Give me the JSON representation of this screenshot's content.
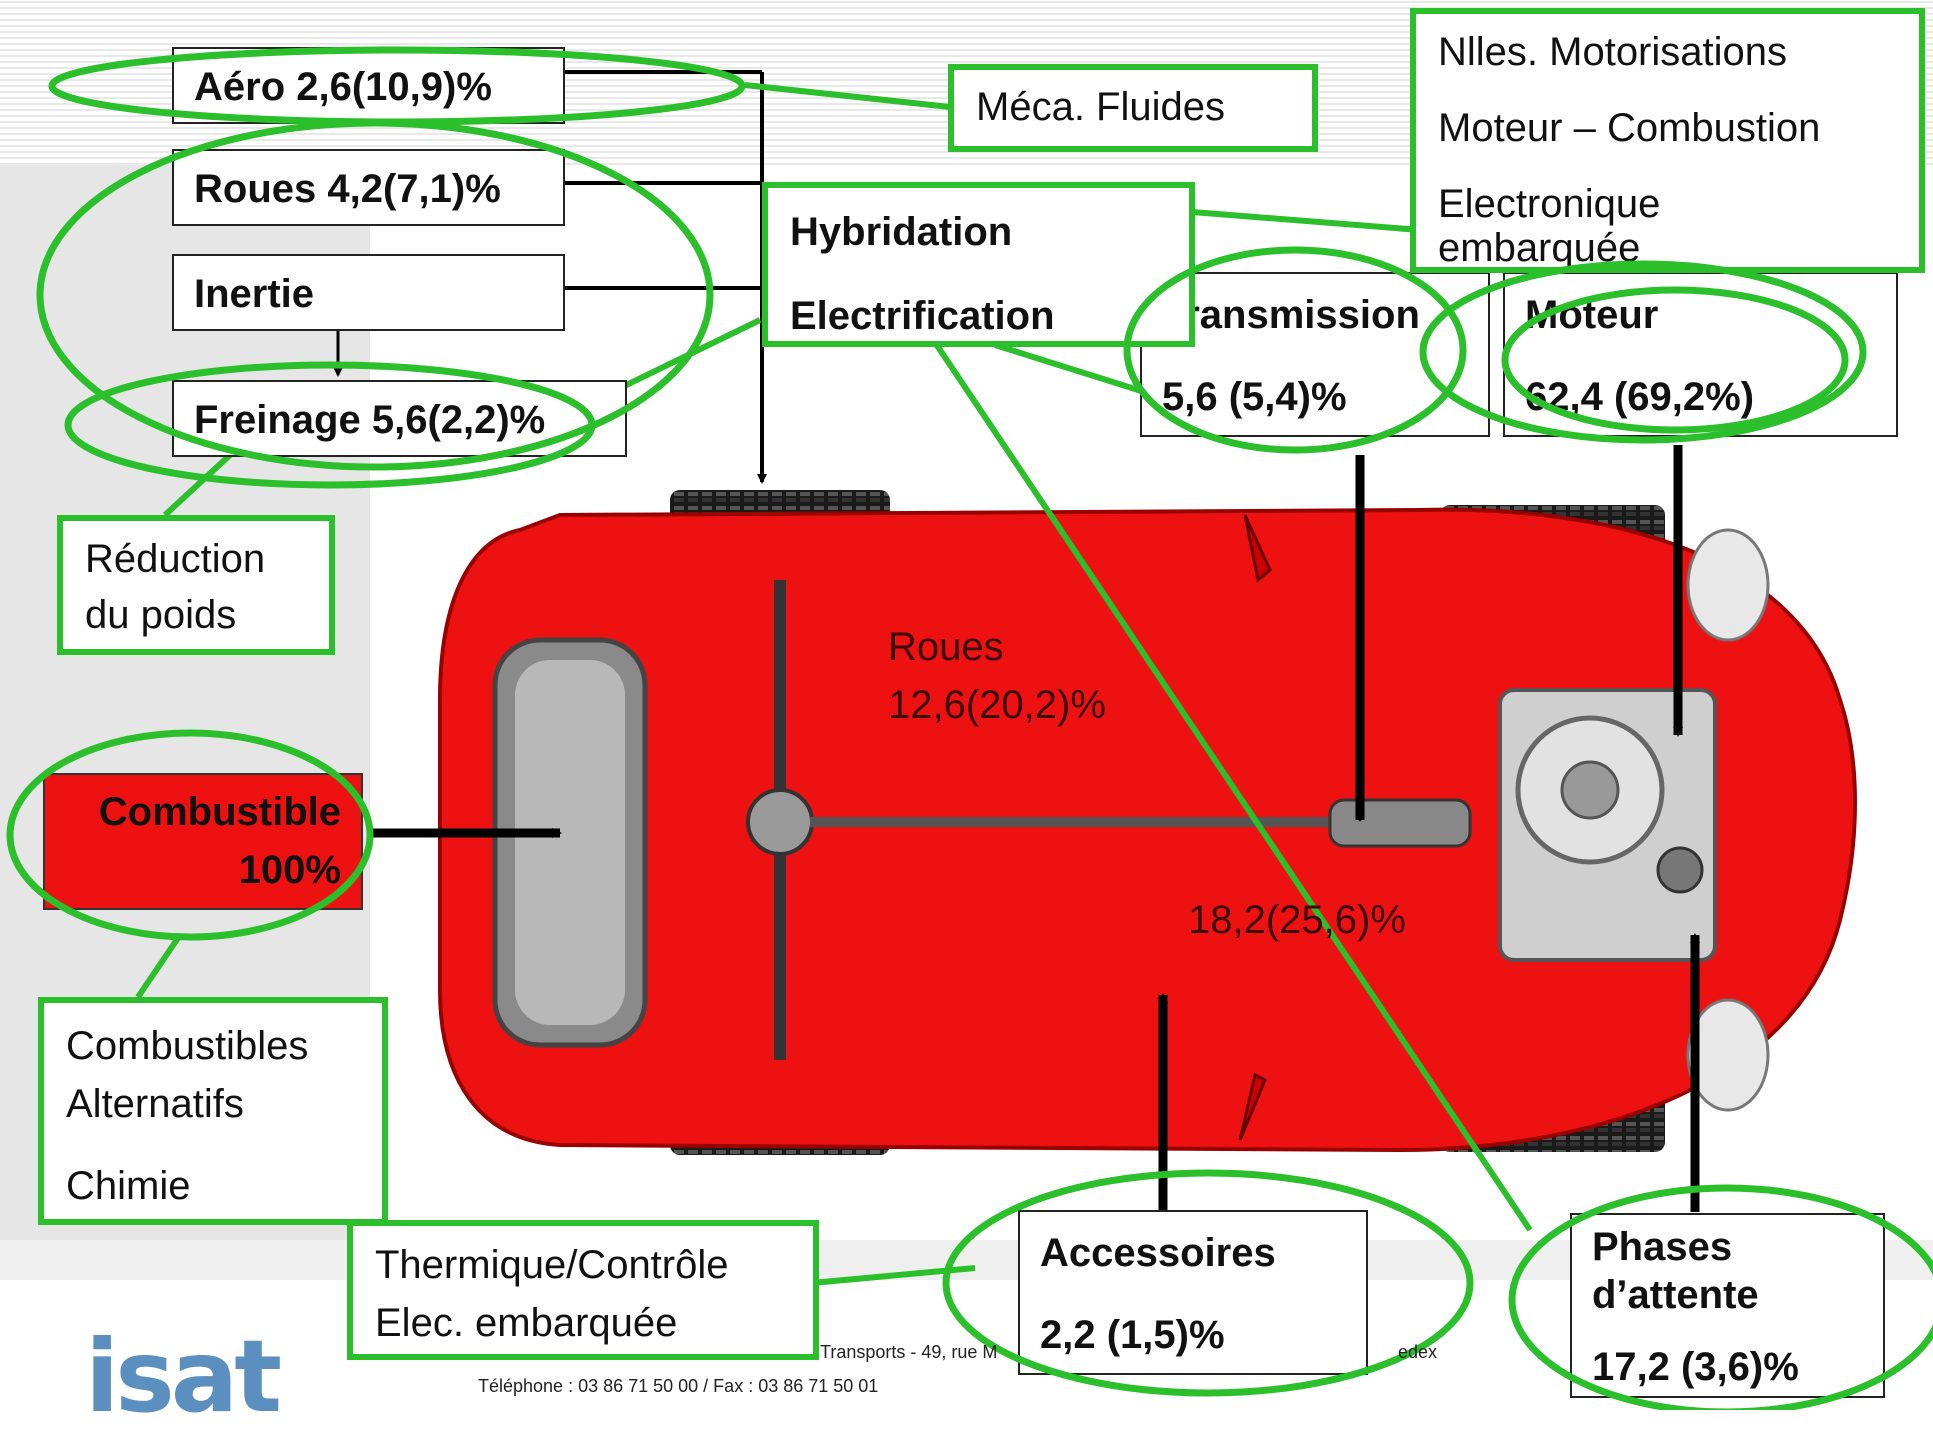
{
  "losses": {
    "aero": "Aéro 2,6(10,9)%",
    "roues": "Roues 4,2(7,1)%",
    "inertie": "Inertie",
    "freinage": "Freinage 5,6(2,2)%",
    "combustible_line1": "Combustible",
    "combustible_line2": "100%",
    "transmission_label": "Transmission",
    "transmission_value": "5,6 (5,4)%",
    "moteur_label": "Moteur",
    "moteur_value": "62,4 (69,2%)",
    "accessoires_label": "Accessoires",
    "accessoires_value": "2,2 (1,5)%",
    "phases_line1": "Phases",
    "phases_line2": "d’attente",
    "phases_value": "17,2 (3,6)%",
    "roues_total_label": "Roues",
    "roues_total_value": "12,6(20,2)%",
    "driveline_value": "18,2(25,6)%"
  },
  "solutions": {
    "meca_fluides": "Méca. Fluides",
    "motorisations": "Nlles. Motorisations",
    "moteur_combustion": "Moteur – Combustion",
    "electronique_line1": "Electronique",
    "electronique_line2": "embarquée",
    "hybridation": "Hybridation",
    "electrification": "Electrification",
    "reduction_line1": "Réduction",
    "reduction_line2": "du poids",
    "comb_alt_line1": "Combustibles",
    "comb_alt_line2": "Alternatifs",
    "chimie": "Chimie",
    "thermique": "Thermique/Contrôle",
    "elec_embarquee": "Elec. embarquée"
  },
  "footer": {
    "logo": "isat",
    "address_fragment_1": "Transports - 49, rue M",
    "address_fragment_2": "edex",
    "phone": "Téléphone : 03 86 71 50 00 / Fax : 03 86 71 50 01"
  },
  "colors": {
    "car_red": "#ee1111",
    "highlight_green": "#2bbf2b",
    "combustible_fill": "#ee1111"
  }
}
